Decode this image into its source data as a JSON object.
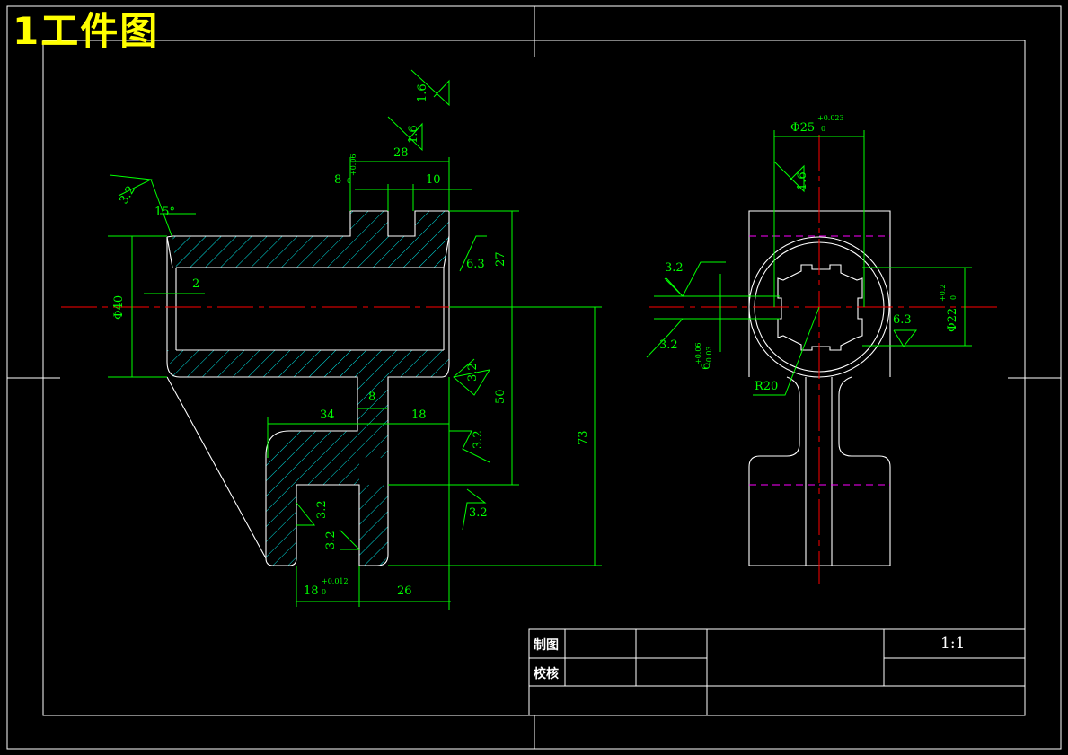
{
  "title": "1工件图",
  "title_block": {
    "drawn_label": "制图",
    "checked_label": "校核",
    "scale": "1:1"
  },
  "colors": {
    "background": "#000000",
    "outline": "#ffffff",
    "dimension": "#00ff00",
    "centerline": "#ff0000",
    "hatch": "#00ffff",
    "hidden": "#ff00ff",
    "title": "#ffff00"
  },
  "front_view": {
    "dim_phi40": "Φ40",
    "dim_2": "2",
    "dim_15deg": "15°",
    "rough_3_2_chamfer": "3.2",
    "dim_8": "8",
    "dim_8_tol_up": "+0.06",
    "dim_8_tol_low": "0",
    "dim_28": "28",
    "dim_10": "10",
    "rough_1_6_top": "1.6",
    "rough_1_6_slot": "1.6",
    "rough_6_3": "6.3",
    "dim_27": "27",
    "rough_3_2_right": "3.2",
    "dim_50": "50",
    "dim_73": "73",
    "dim_34": "34",
    "dim_8_arm": "8",
    "dim_18": "18",
    "rough_3_2_arm": "3.2",
    "rough_3_2_bottom": "3.2",
    "rough_3_2_slot_a": "3.2",
    "rough_3_2_slot_b": "3.2",
    "dim_18b": "18",
    "dim_18b_tol_up": "+0.012",
    "dim_18b_tol_low": "0",
    "dim_26": "26"
  },
  "side_view": {
    "dim_phi25": "Φ25",
    "dim_phi25_tol_up": "+0.023",
    "dim_phi25_tol_low": "0",
    "rough_1_6": "1.6",
    "rough_3_2_upper": "3.2",
    "rough_3_2_lower": "3.2",
    "dim_6": "6",
    "dim_6_tol_up": "+0.06",
    "dim_6_tol_low": "-0.03",
    "dim_r20": "R20",
    "rough_6_3": "6.3",
    "dim_phi22": "Φ22",
    "dim_phi22_tol_up": "+0.2",
    "dim_phi22_tol_low": "0"
  }
}
